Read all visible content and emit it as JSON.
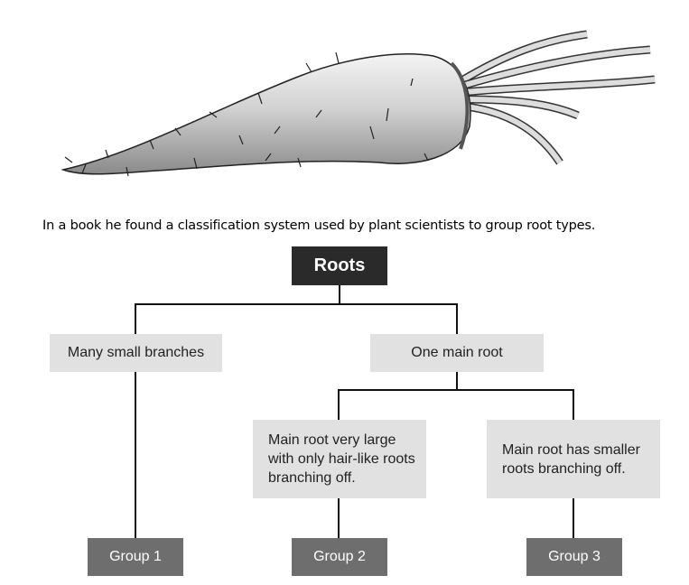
{
  "caption": "In a book he found a classification system used by plant scientists to group root types.",
  "diagram": {
    "root": "Roots",
    "branch_many": "Many small branches",
    "branch_one": "One main root",
    "sub_large": "Main root very large with only hair-like roots branching off.",
    "sub_smaller": "Main root has smaller roots branching off.",
    "group1": "Group 1",
    "group2": "Group 2",
    "group3": "Group 3"
  }
}
